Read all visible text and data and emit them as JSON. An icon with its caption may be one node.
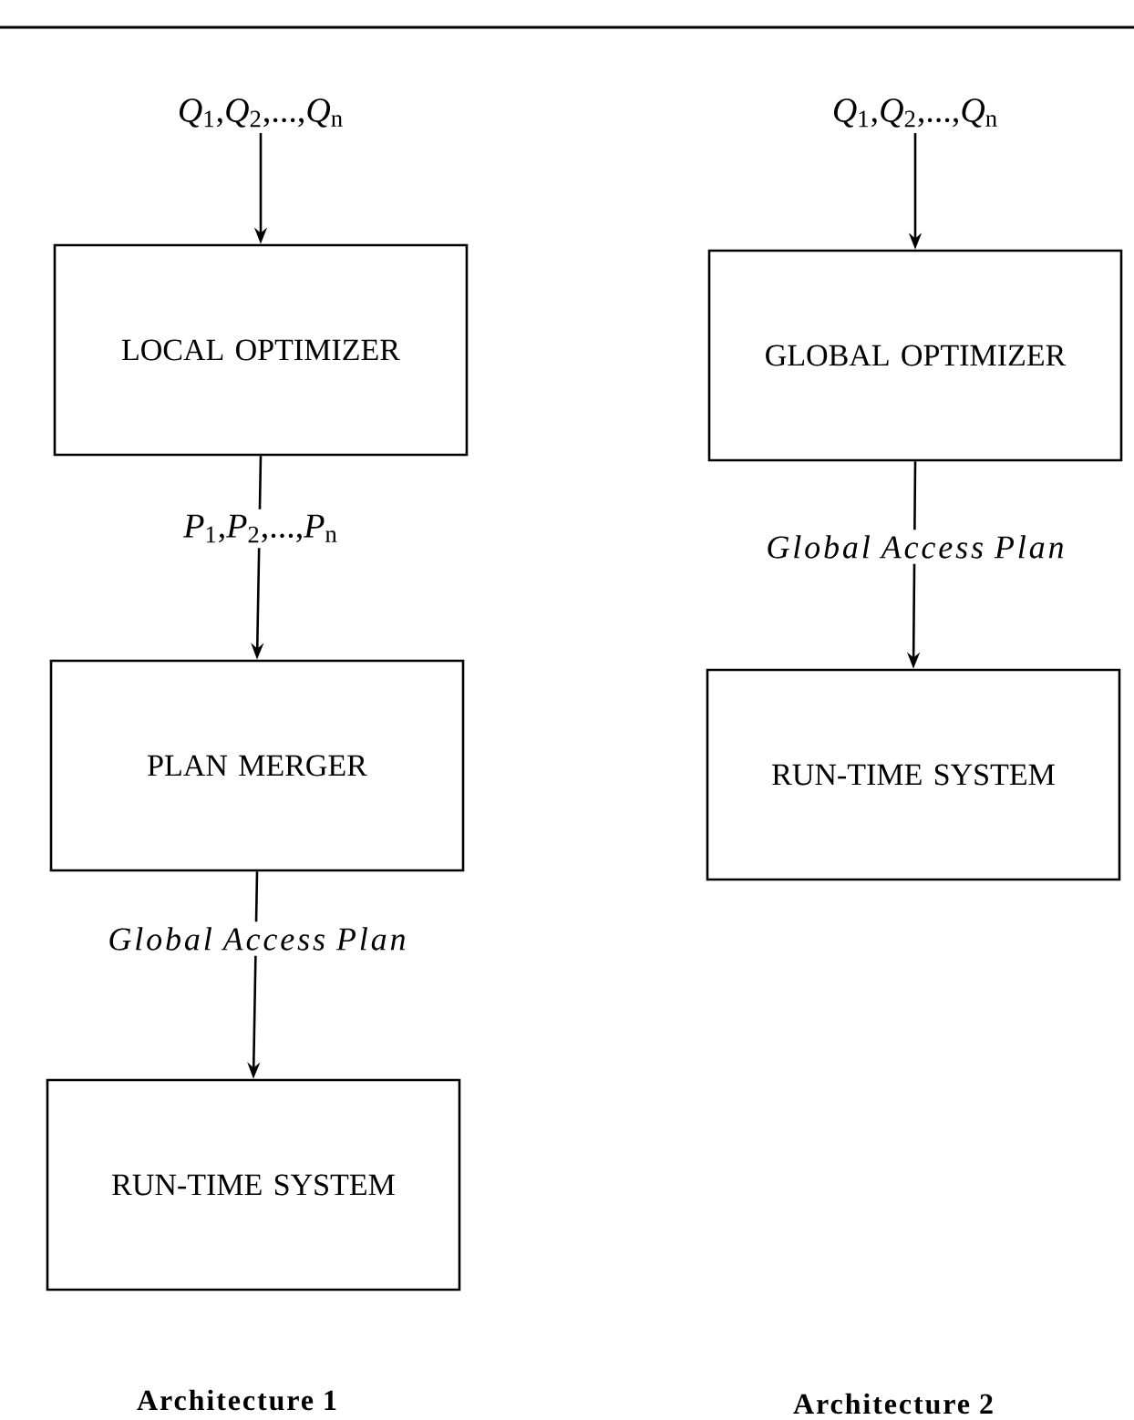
{
  "diagram": {
    "nodes": [
      {
        "text": [
          "*Q*$_{1}$,*Q*$_{2}$,...,*Q*$_{n}$"
        ]
      },
      {
        "text": [
          "LOCAL OPTIMIZER"
        ]
      },
      {
        "text": [
          "PLAN MERGER"
        ]
      },
      {
        "text": [
          "RUN-TIME SYSTEM"
        ]
      },
      {
        "text": [
          "*Q*$_{1}$,*Q*$_{2}$,...,*Q*$_{n}$"
        ]
      },
      {
        "text": [
          "GLOBAL OPTIMIZER"
        ]
      },
      {
        "text": [
          "RUN-TIME SYSTEM"
        ]
      }
    ],
    "edges": [
      {
        "from": 0,
        "to": 1,
        "arrow": "to"
      },
      {
        "from": 1,
        "to": 2,
        "arrow": "to",
        "label": "*P*$_{1}$,*P*$_{2}$,...,*P*$_{n}$"
      },
      {
        "from": 2,
        "to": 3,
        "arrow": "to",
        "label": "Global Access Plan"
      },
      {
        "from": 4,
        "to": 5,
        "arrow": "to"
      },
      {
        "from": 5,
        "to": 6,
        "arrow": "to",
        "label": "Global Access Plan"
      }
    ],
    "labels": [
      "Architecture 1",
      "Architecture 2"
    ]
  }
}
